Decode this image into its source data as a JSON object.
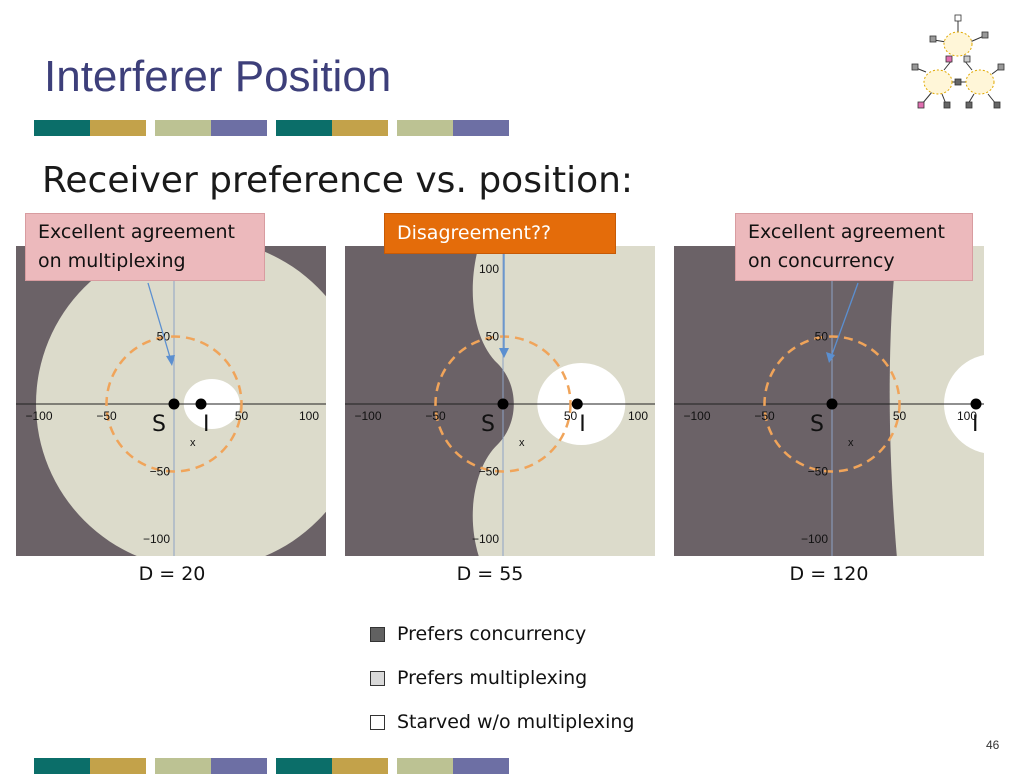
{
  "title": "Interferer Position",
  "heading": "Receiver preference vs. position:",
  "colors": {
    "concurrency": "#6b6267",
    "multiplexing": "#dcdbcb",
    "starved": "#ffffff",
    "circle": "#f0a45a",
    "title": "#3d3f7a",
    "stripe": [
      "#0b6e69",
      "#c3a24a",
      "#bcc293",
      "#6d6fa4"
    ]
  },
  "panels": [
    {
      "distance_label": "D = 20",
      "D": 20,
      "ticks": {
        "x": [
          "−100",
          "−50",
          "50",
          "100"
        ],
        "y": [
          "50",
          "−50",
          "−100"
        ]
      },
      "axis_x_label": "x",
      "sender_label": "S",
      "interferer_label": "I"
    },
    {
      "distance_label": "D = 55",
      "D": 55,
      "ticks": {
        "x": [
          "−100",
          "−50",
          "50",
          "100"
        ],
        "y": [
          "100",
          "50",
          "−50",
          "−100"
        ]
      },
      "axis_x_label": "x",
      "sender_label": "S",
      "interferer_label": "I"
    },
    {
      "distance_label": "D = 120",
      "D": 120,
      "ticks": {
        "x": [
          "−100",
          "−50",
          "50",
          "100"
        ],
        "y": [
          "50",
          "−50",
          "−100"
        ]
      },
      "axis_x_label": "x",
      "sender_label": "S",
      "interferer_label": "I"
    }
  ],
  "callouts": {
    "left": [
      "Excellent agreement",
      "on multiplexing"
    ],
    "middle": "Disagreement??",
    "right": [
      "Excellent agreement",
      "on concurrency"
    ]
  },
  "legend": [
    {
      "label": "Prefers concurrency",
      "color": "#616161"
    },
    {
      "label": "Prefers multiplexing",
      "color": "#d9d9d9"
    },
    {
      "label": "Starved w/o multiplexing",
      "color": "#ffffff"
    }
  ],
  "page_number": "46"
}
